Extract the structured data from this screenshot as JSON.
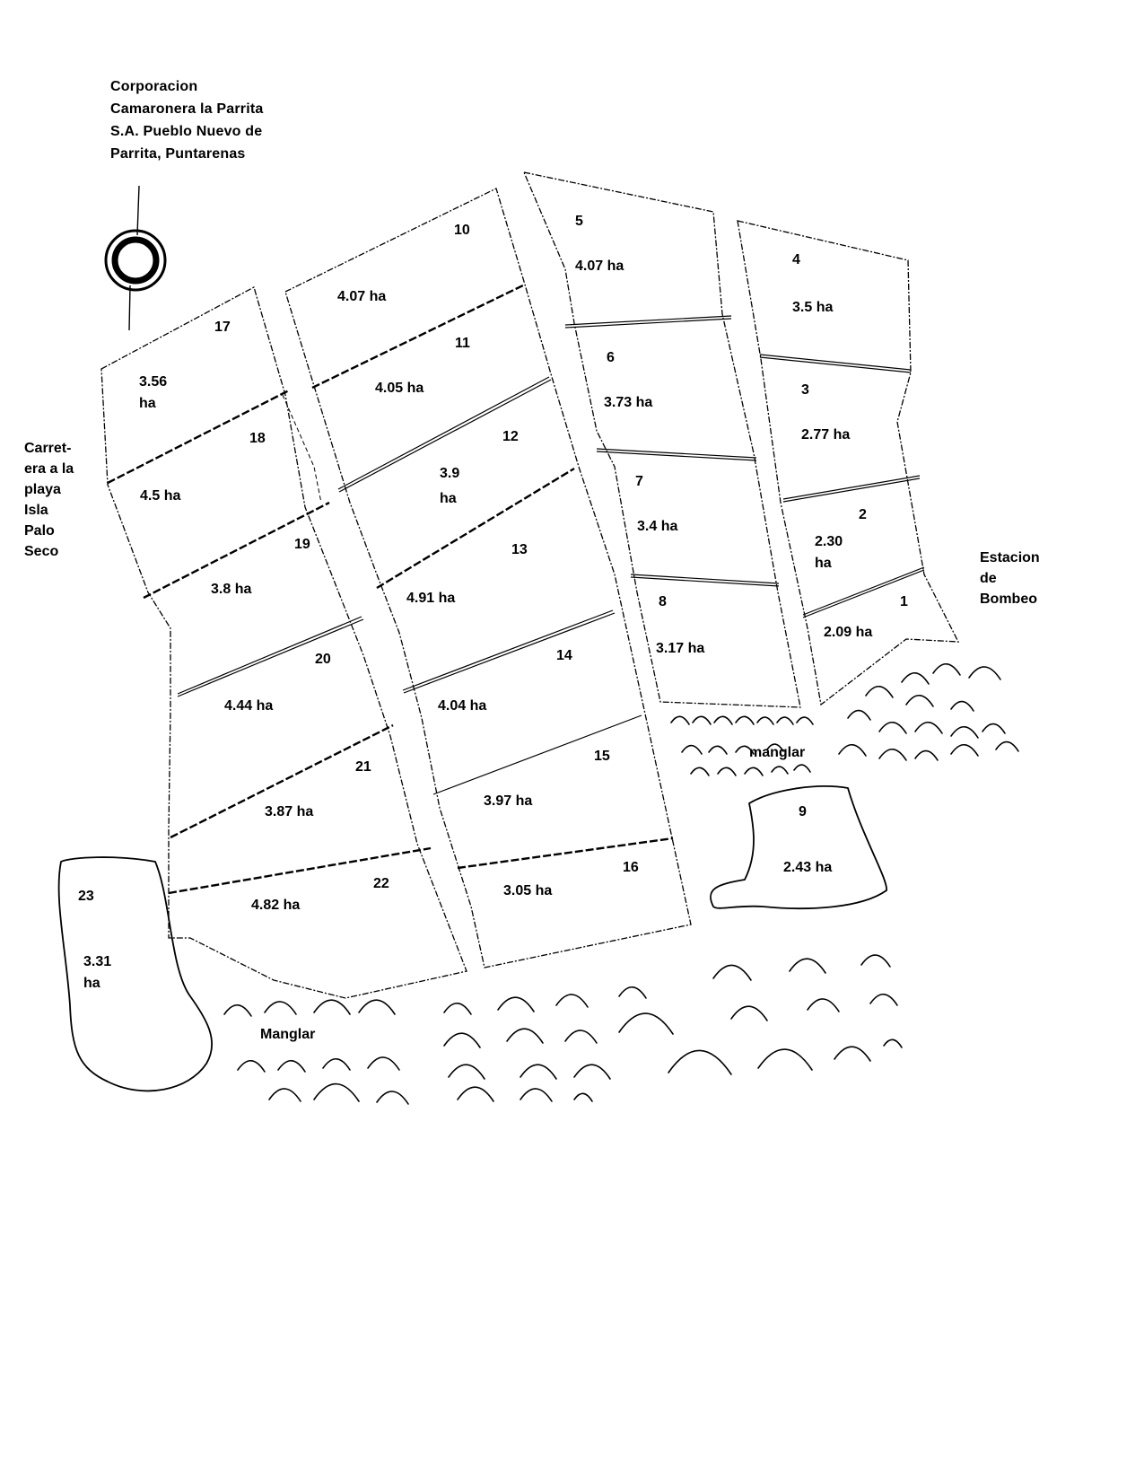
{
  "title": [
    "Corporacion",
    "Camaronera la Parrita",
    "S.A. Pueblo Nuevo de",
    "Parrita, Puntarenas"
  ],
  "road_label": [
    "Carret-",
    "era a la",
    "playa",
    "Isla",
    "Palo",
    "Seco"
  ],
  "station_label": [
    "Estacion",
    "de",
    "Bombeo"
  ],
  "mangrove_labels": [
    "manglar",
    "Manglar"
  ],
  "ponds": [
    {
      "id": "1",
      "area": "2.09 ha"
    },
    {
      "id": "2",
      "area": "2.30 ha"
    },
    {
      "id": "3",
      "area": "2.77 ha"
    },
    {
      "id": "4",
      "area": "3.5 ha"
    },
    {
      "id": "5",
      "area": "4.07 ha"
    },
    {
      "id": "6",
      "area": "3.73 ha"
    },
    {
      "id": "7",
      "area": "3.4 ha"
    },
    {
      "id": "8",
      "area": "3.17 ha"
    },
    {
      "id": "9",
      "area": "2.43 ha"
    },
    {
      "id": "10",
      "area": "4.07 ha"
    },
    {
      "id": "11",
      "area": "4.05 ha"
    },
    {
      "id": "12",
      "area": "3.9 ha"
    },
    {
      "id": "13",
      "area": "4.91 ha"
    },
    {
      "id": "14",
      "area": "4.04 ha"
    },
    {
      "id": "15",
      "area": "3.97 ha"
    },
    {
      "id": "16",
      "area": "3.05 ha"
    },
    {
      "id": "17",
      "area": "3.56 ha"
    },
    {
      "id": "18",
      "area": "4.5 ha"
    },
    {
      "id": "19",
      "area": "3.8 ha"
    },
    {
      "id": "20",
      "area": "4.44 ha"
    },
    {
      "id": "21",
      "area": "3.87 ha"
    },
    {
      "id": "22",
      "area": "4.82 ha"
    },
    {
      "id": "23",
      "area": "3.31 ha"
    }
  ],
  "icons": {
    "compass": "north-arrow-icon",
    "mangrove": "mangrove-arc-icon"
  }
}
